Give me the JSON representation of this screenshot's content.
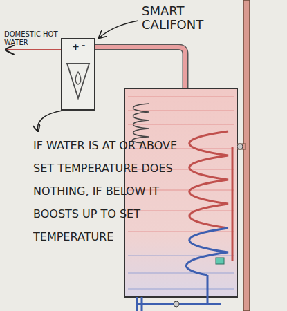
{
  "diagram": {
    "nodes": [
      {
        "text": [
          "+",
          "-"
        ]
      }
    ],
    "labels": [
      "SMART CALIFONT",
      "DOMESTIC HOT WATER",
      "IF WATER IS AT OR ABOVE SET TEMPERATURE DOES NOTHING, IF BELOW IT BOOSTS UP TO SET TEMPERATURE"
    ]
  }
}
